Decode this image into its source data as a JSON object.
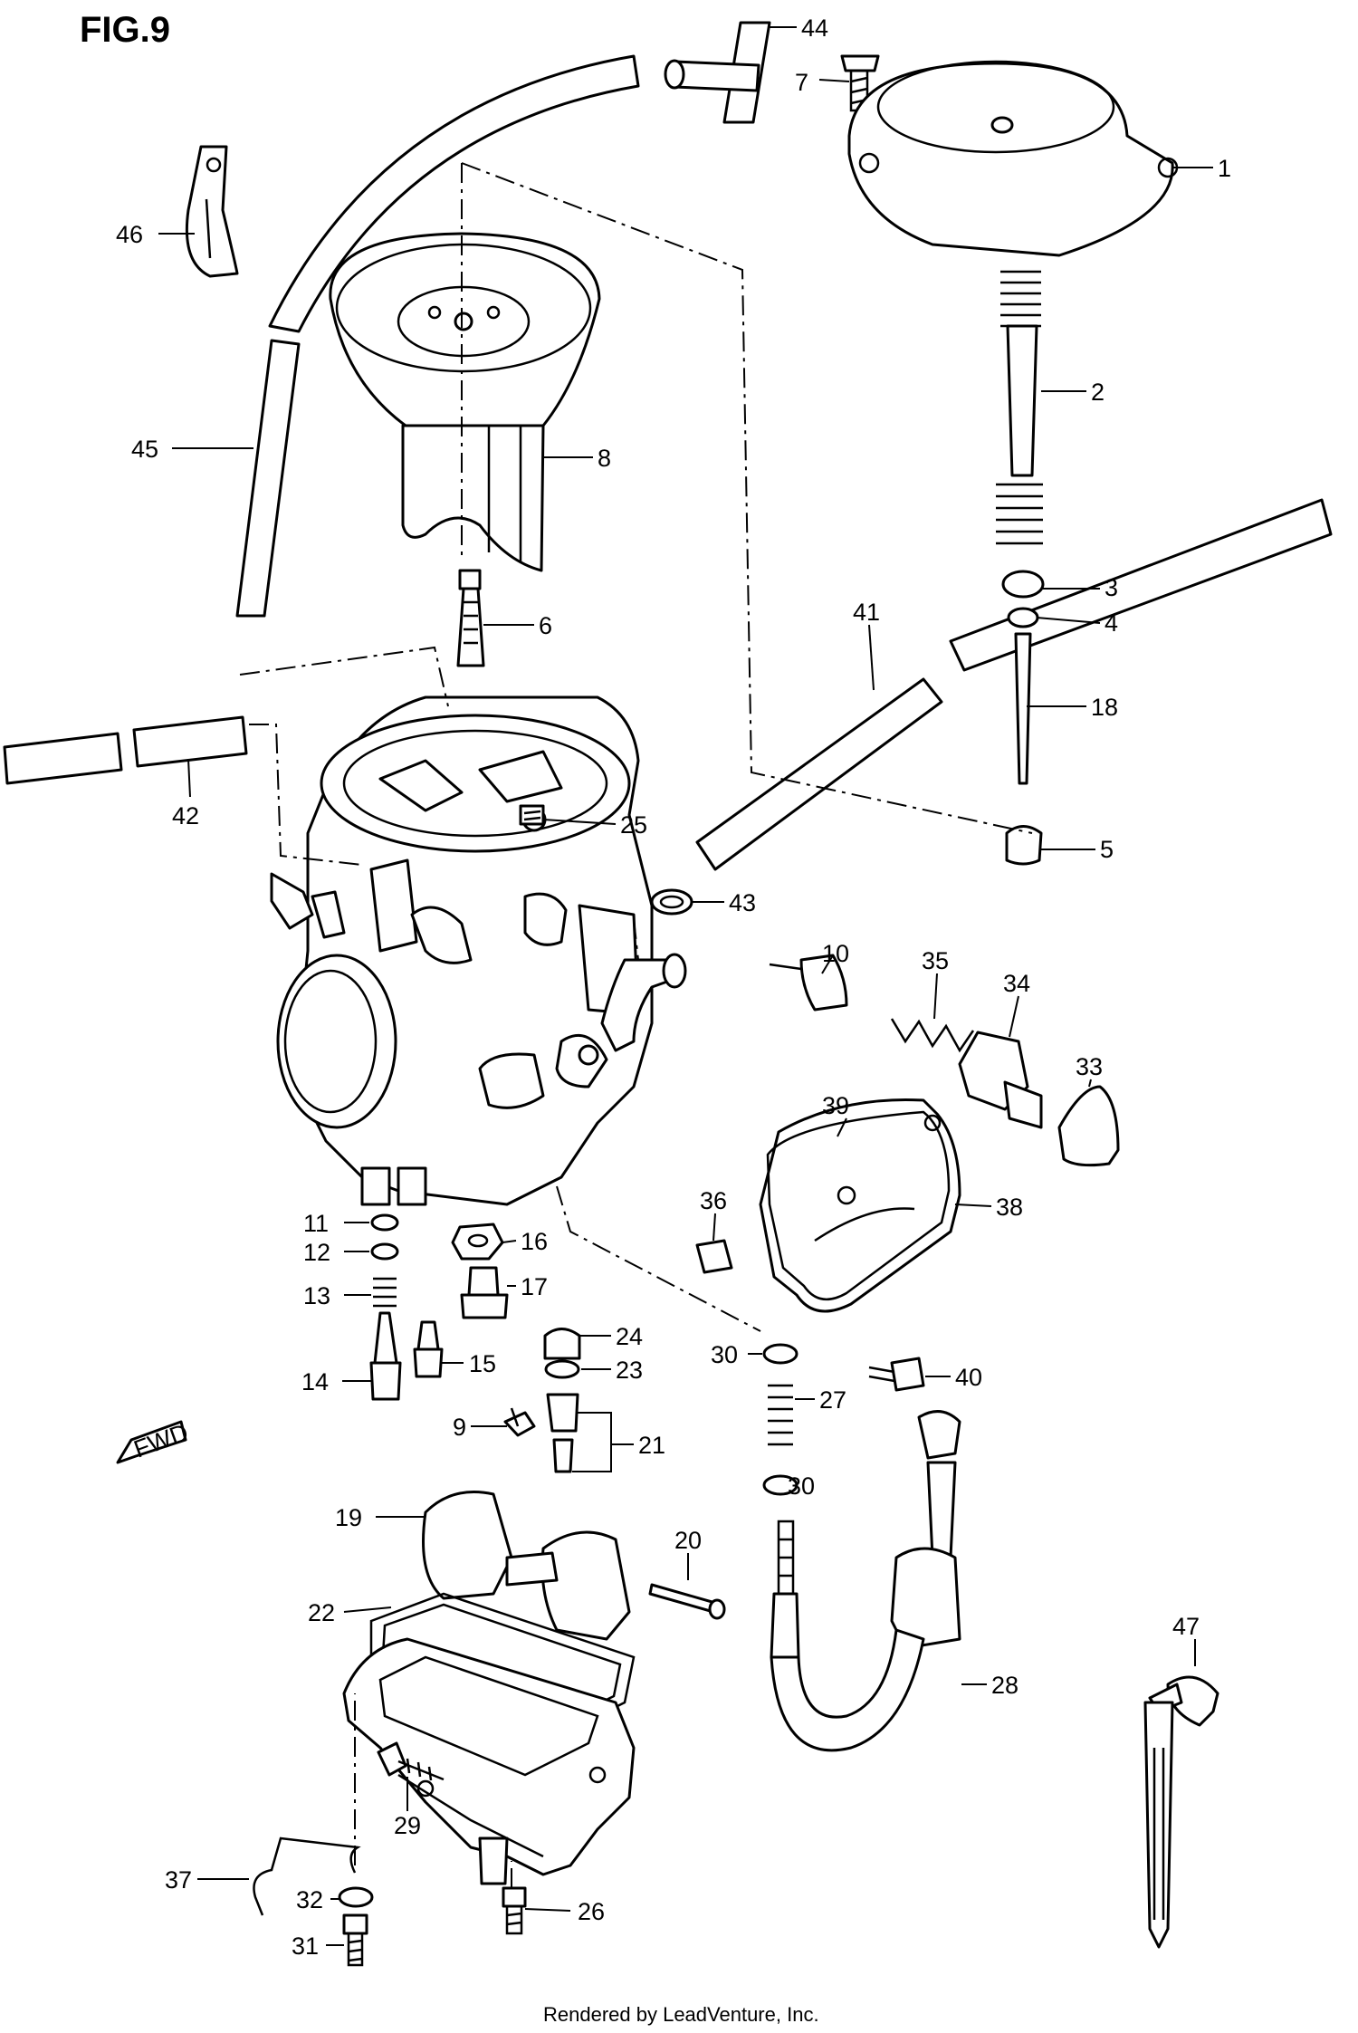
{
  "figure": {
    "title": "FIG.9",
    "footer": "Rendered by LeadVenture, Inc.",
    "direction_arrow": "FWD"
  },
  "callouts": [
    "44",
    "7",
    "1",
    "46",
    "2",
    "45",
    "8",
    "3",
    "4",
    "6",
    "18",
    "41",
    "42",
    "25",
    "5",
    "43",
    "10",
    "35",
    "34",
    "33",
    "39",
    "38",
    "36",
    "11",
    "16",
    "12",
    "17",
    "13",
    "24",
    "30",
    "23",
    "27",
    "40",
    "14",
    "15",
    "9",
    "21",
    "19",
    "20",
    "22",
    "28",
    "47",
    "29",
    "37",
    "32",
    "26",
    "31"
  ],
  "icons": [
    "carburetor-body-icon",
    "float-bowl-icon",
    "cap-icon",
    "spring-icon",
    "hose-icon",
    "screw-icon"
  ]
}
